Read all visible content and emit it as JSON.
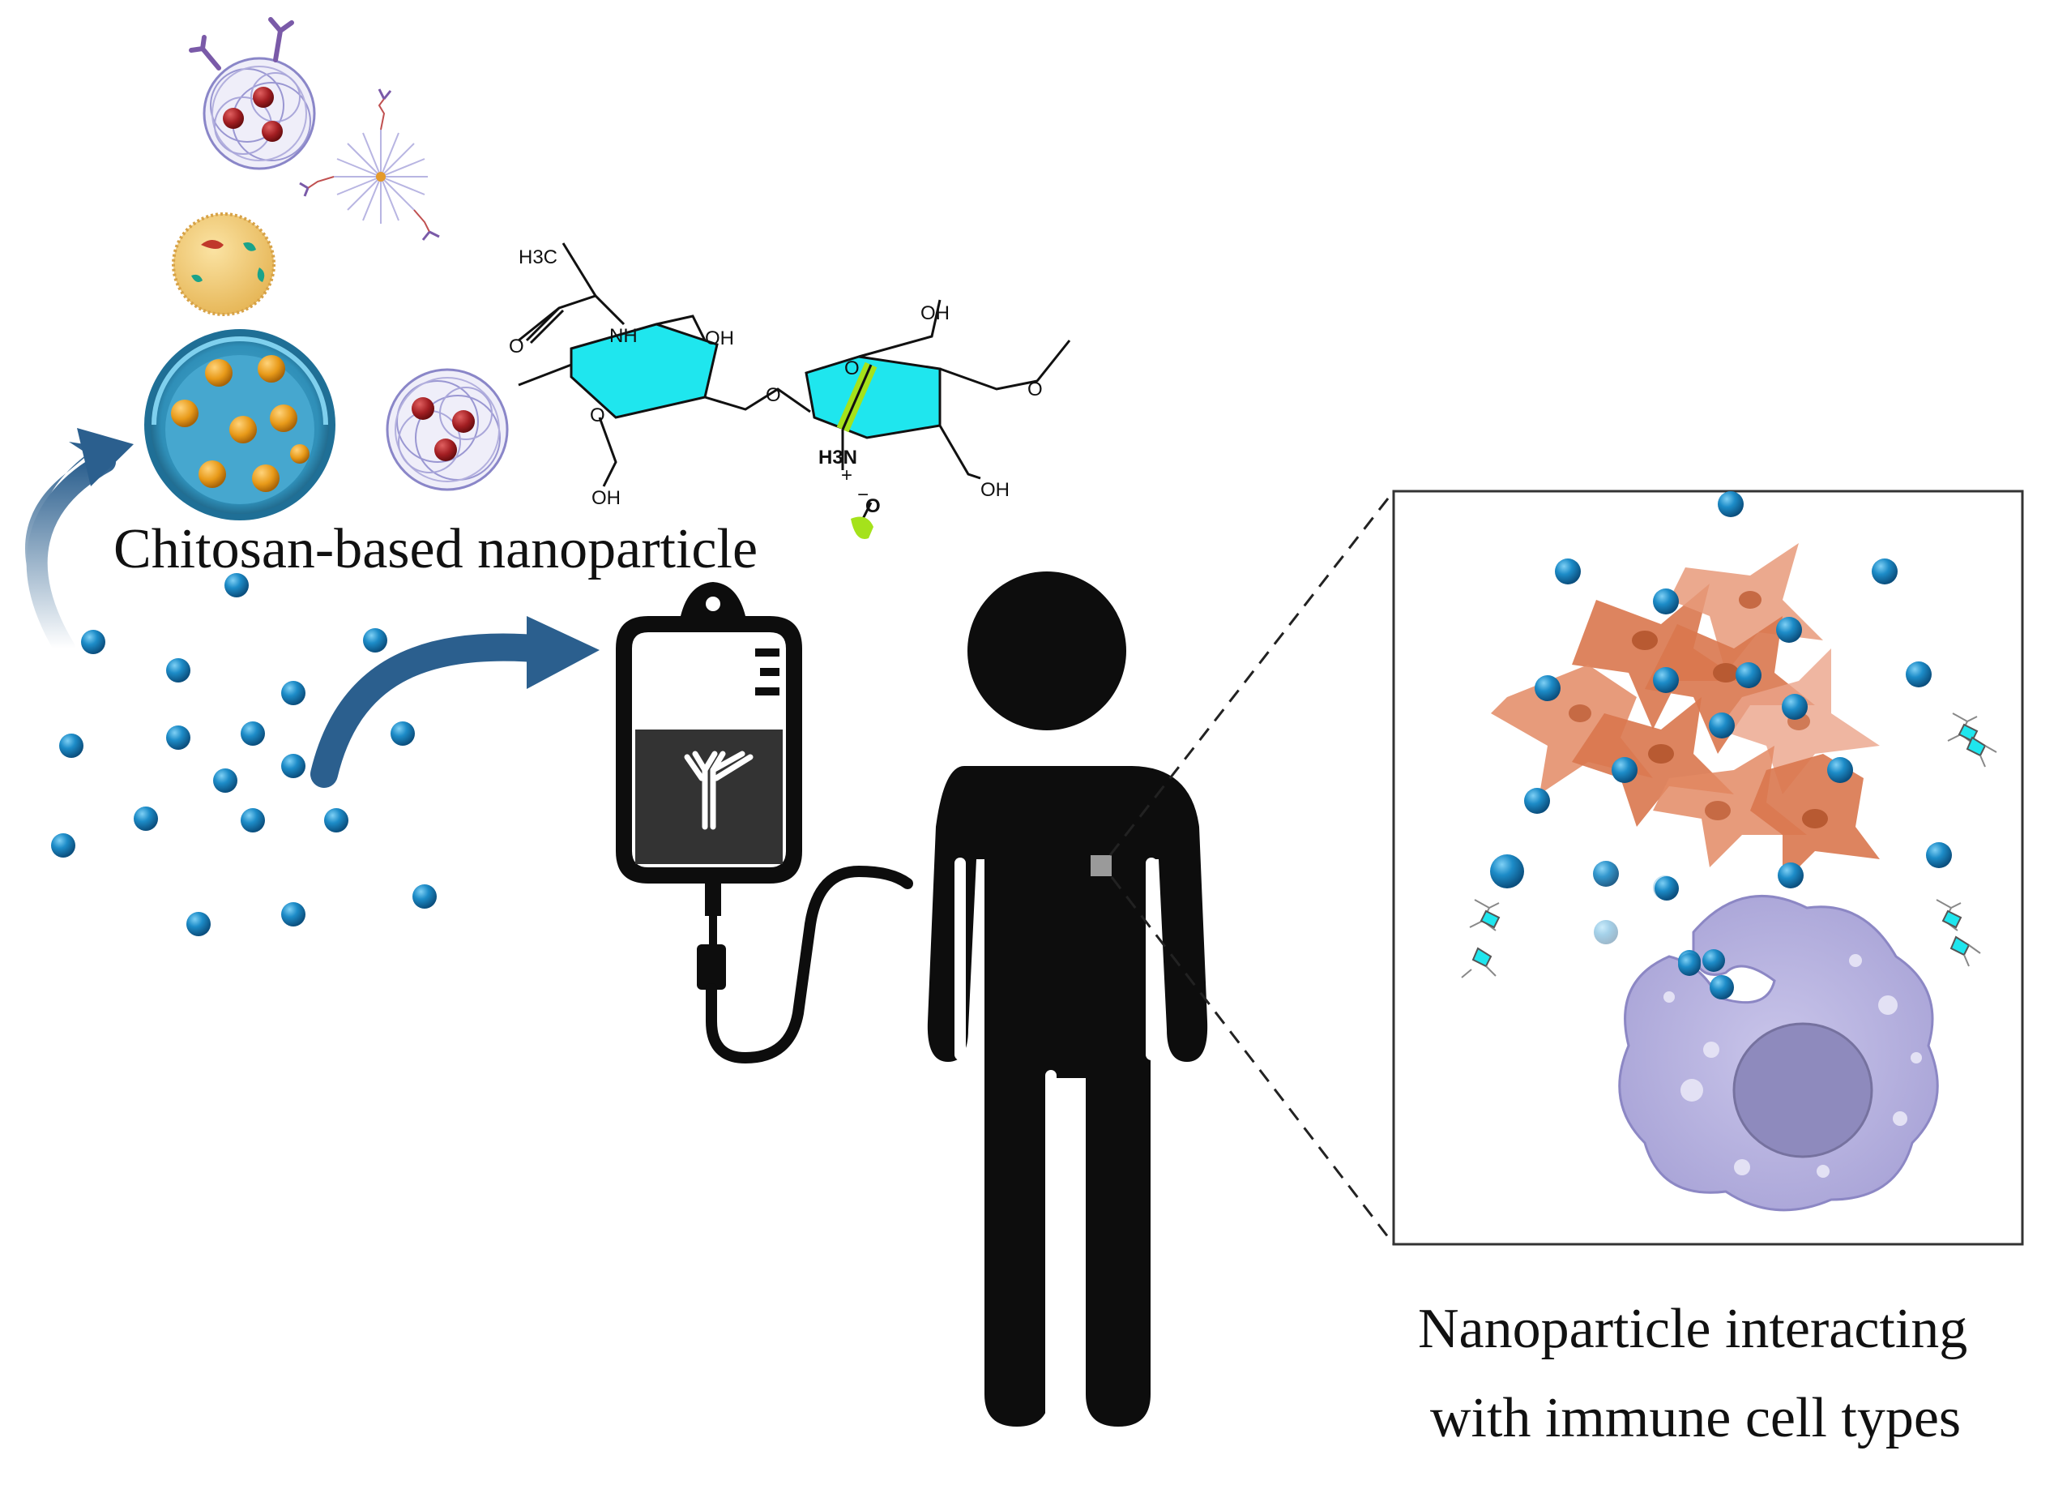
{
  "title": "Chitosan-based nanoparticle",
  "caption": {
    "line1": "Nanoparticle interacting",
    "line2": "with immune cell types"
  },
  "chem_labels": {
    "methyl": "H3C",
    "amide_nh": "NH",
    "amide_o": "O",
    "ring1_oh_top": "OH",
    "ring1_o": "O",
    "ring1_oh_bottom": "OH",
    "glycosidic_o": "O",
    "ring2_o": "O",
    "ring2_oh_top": "OH",
    "ring2_oh_bottom": "OH",
    "ammonium": "H3N",
    "ammonium_charge": "+",
    "counter_o": "O",
    "counter_charge": "−",
    "tail_o": "O"
  },
  "icons": {
    "antibody": "antibody-icon",
    "iv_bag": "iv-bag-icon",
    "person": "person-silhouette-icon",
    "macrophage": "macrophage-cell-icon"
  },
  "colors": {
    "nanoparticle_blue": "#1d8cc8",
    "arrow_blue": "#2b5f8e",
    "ring_cyan": "#20e6f0",
    "fibroblast_orange": "#d9774e",
    "macrophage_lavender": "#b4b0dc",
    "silhouette": "#0d0d0d"
  }
}
